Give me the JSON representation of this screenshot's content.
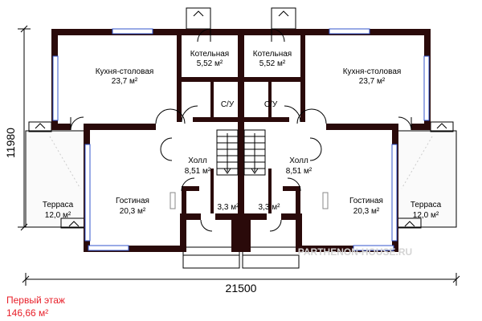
{
  "plan": {
    "width_dimension": "21500",
    "height_dimension": "11980",
    "floor_title": "Первый этаж",
    "floor_area": "146,66 м²",
    "watermark": "PARTHENON-HOUSE.RU",
    "rooms": {
      "kitchen_left": {
        "name": "Кухня-столовая",
        "area": "23,7 м²"
      },
      "boiler_left": {
        "name": "Котельная",
        "area": "5,52 м²"
      },
      "boiler_right": {
        "name": "Котельная",
        "area": "5,52 м²"
      },
      "kitchen_right": {
        "name": "Кухня-столовая",
        "area": "23,7 м²"
      },
      "wc_left": {
        "name": "С/У"
      },
      "wc_right": {
        "name": "С/У"
      },
      "hall_left": {
        "name": "Холл",
        "area": "8,51 м²"
      },
      "hall_right": {
        "name": "Холл",
        "area": "8,51 м²"
      },
      "terrace_left": {
        "name": "Терраса",
        "area": "12,0 м²"
      },
      "living_left": {
        "name": "Гостиная",
        "area": "20,3 м²"
      },
      "vest_left": {
        "area": "3,3 м²"
      },
      "vest_right": {
        "area": "3,3 м²"
      },
      "living_right": {
        "name": "Гостиная",
        "area": "20,3 м²"
      },
      "terrace_right": {
        "name": "Терраса",
        "area": "12,0 м²"
      }
    }
  }
}
